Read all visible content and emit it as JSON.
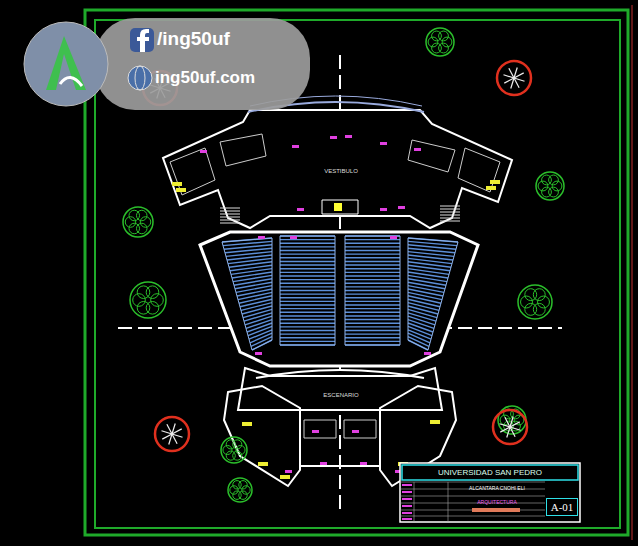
{
  "diagram": {
    "nodes": [
      {
        "text": [
          "UNIVERSIDAD SAN PEDRO"
        ]
      },
      {
        "text": [
          "ALCANTARA CNOHI ELI"
        ]
      },
      {
        "text": [
          "ARQUITECTURA"
        ]
      },
      {
        "text": [
          "A-01"
        ]
      }
    ],
    "labels": [
      "/ing50uf",
      "ing50uf.com",
      "VESTIBULO",
      "ESCENARIO"
    ]
  }
}
